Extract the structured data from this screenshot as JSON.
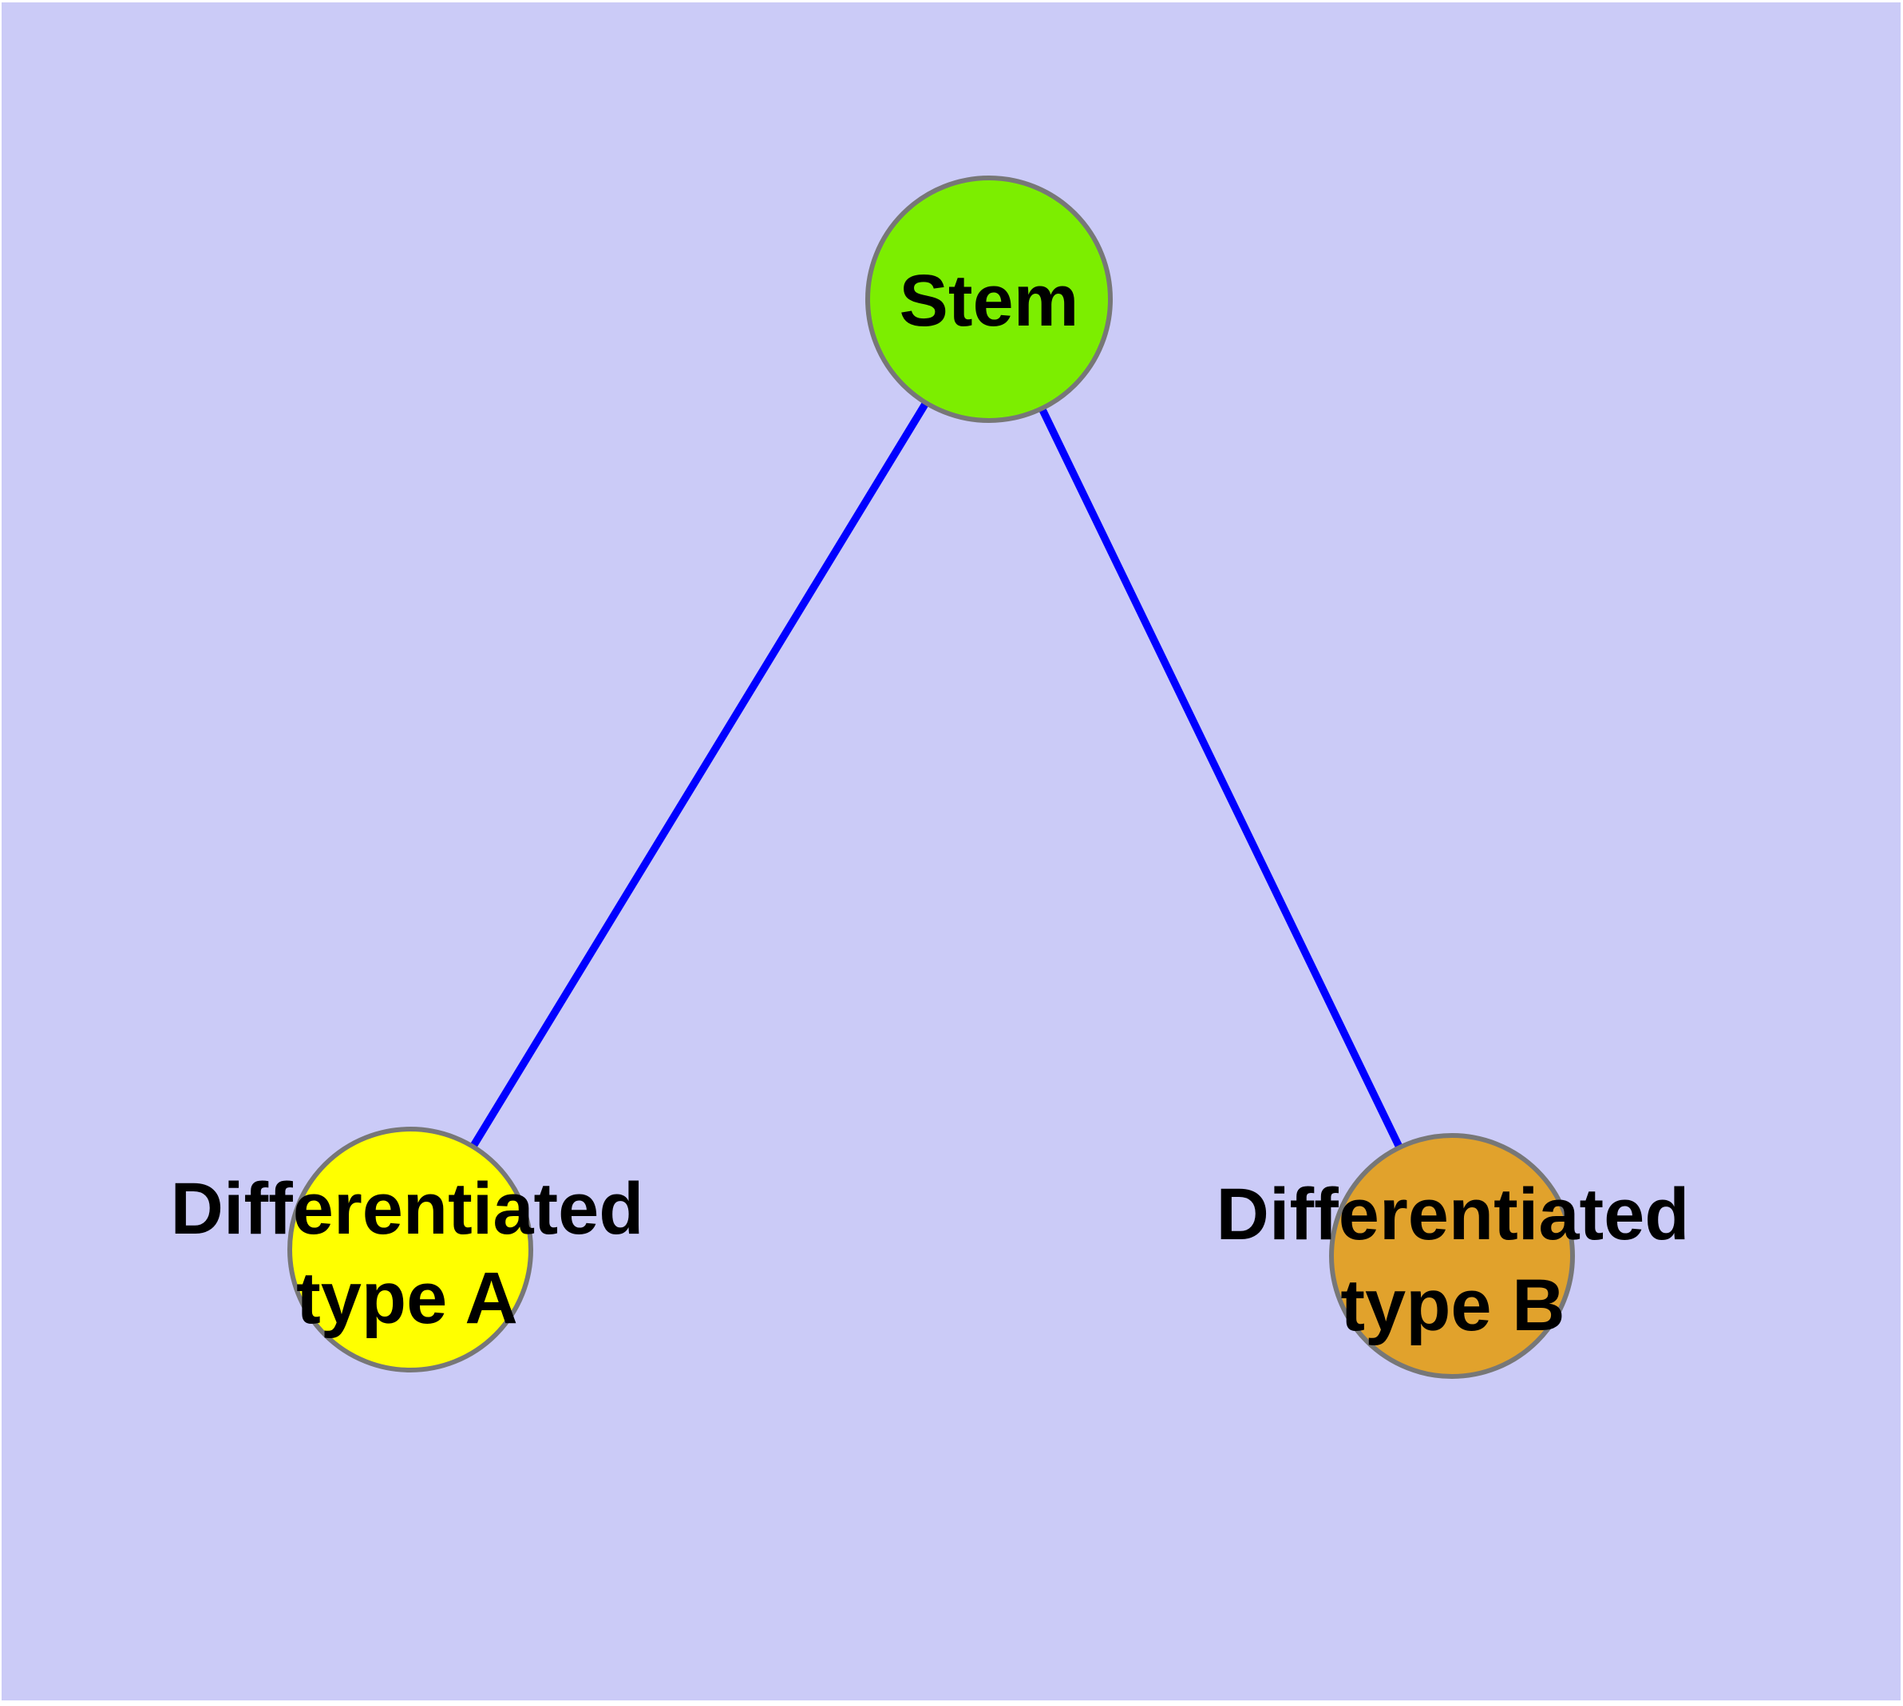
{
  "diagram": {
    "background_color": "#CBCBF7",
    "margin_color": "#FFFFFF",
    "text_color": "#000000",
    "node_border_color": "#777777",
    "edge_color": "#0000FF",
    "nodes": [
      {
        "id": "stem",
        "label": "Stem",
        "lines": [
          "Stem"
        ],
        "fill": "#7CEE00"
      },
      {
        "id": "type_a",
        "label": "Differentiated type A",
        "lines": [
          "Differentiated",
          "type A"
        ],
        "fill": "#FFFF00"
      },
      {
        "id": "type_b",
        "label": "Differentiated type B",
        "lines": [
          "Differentiated",
          "type B"
        ],
        "fill": "#E1A22C"
      }
    ],
    "edges": [
      {
        "from": "Stem",
        "to": "Differentiated type A",
        "color": "#0000FF"
      },
      {
        "from": "Stem",
        "to": "Differentiated type B",
        "color": "#0000FF"
      }
    ]
  }
}
